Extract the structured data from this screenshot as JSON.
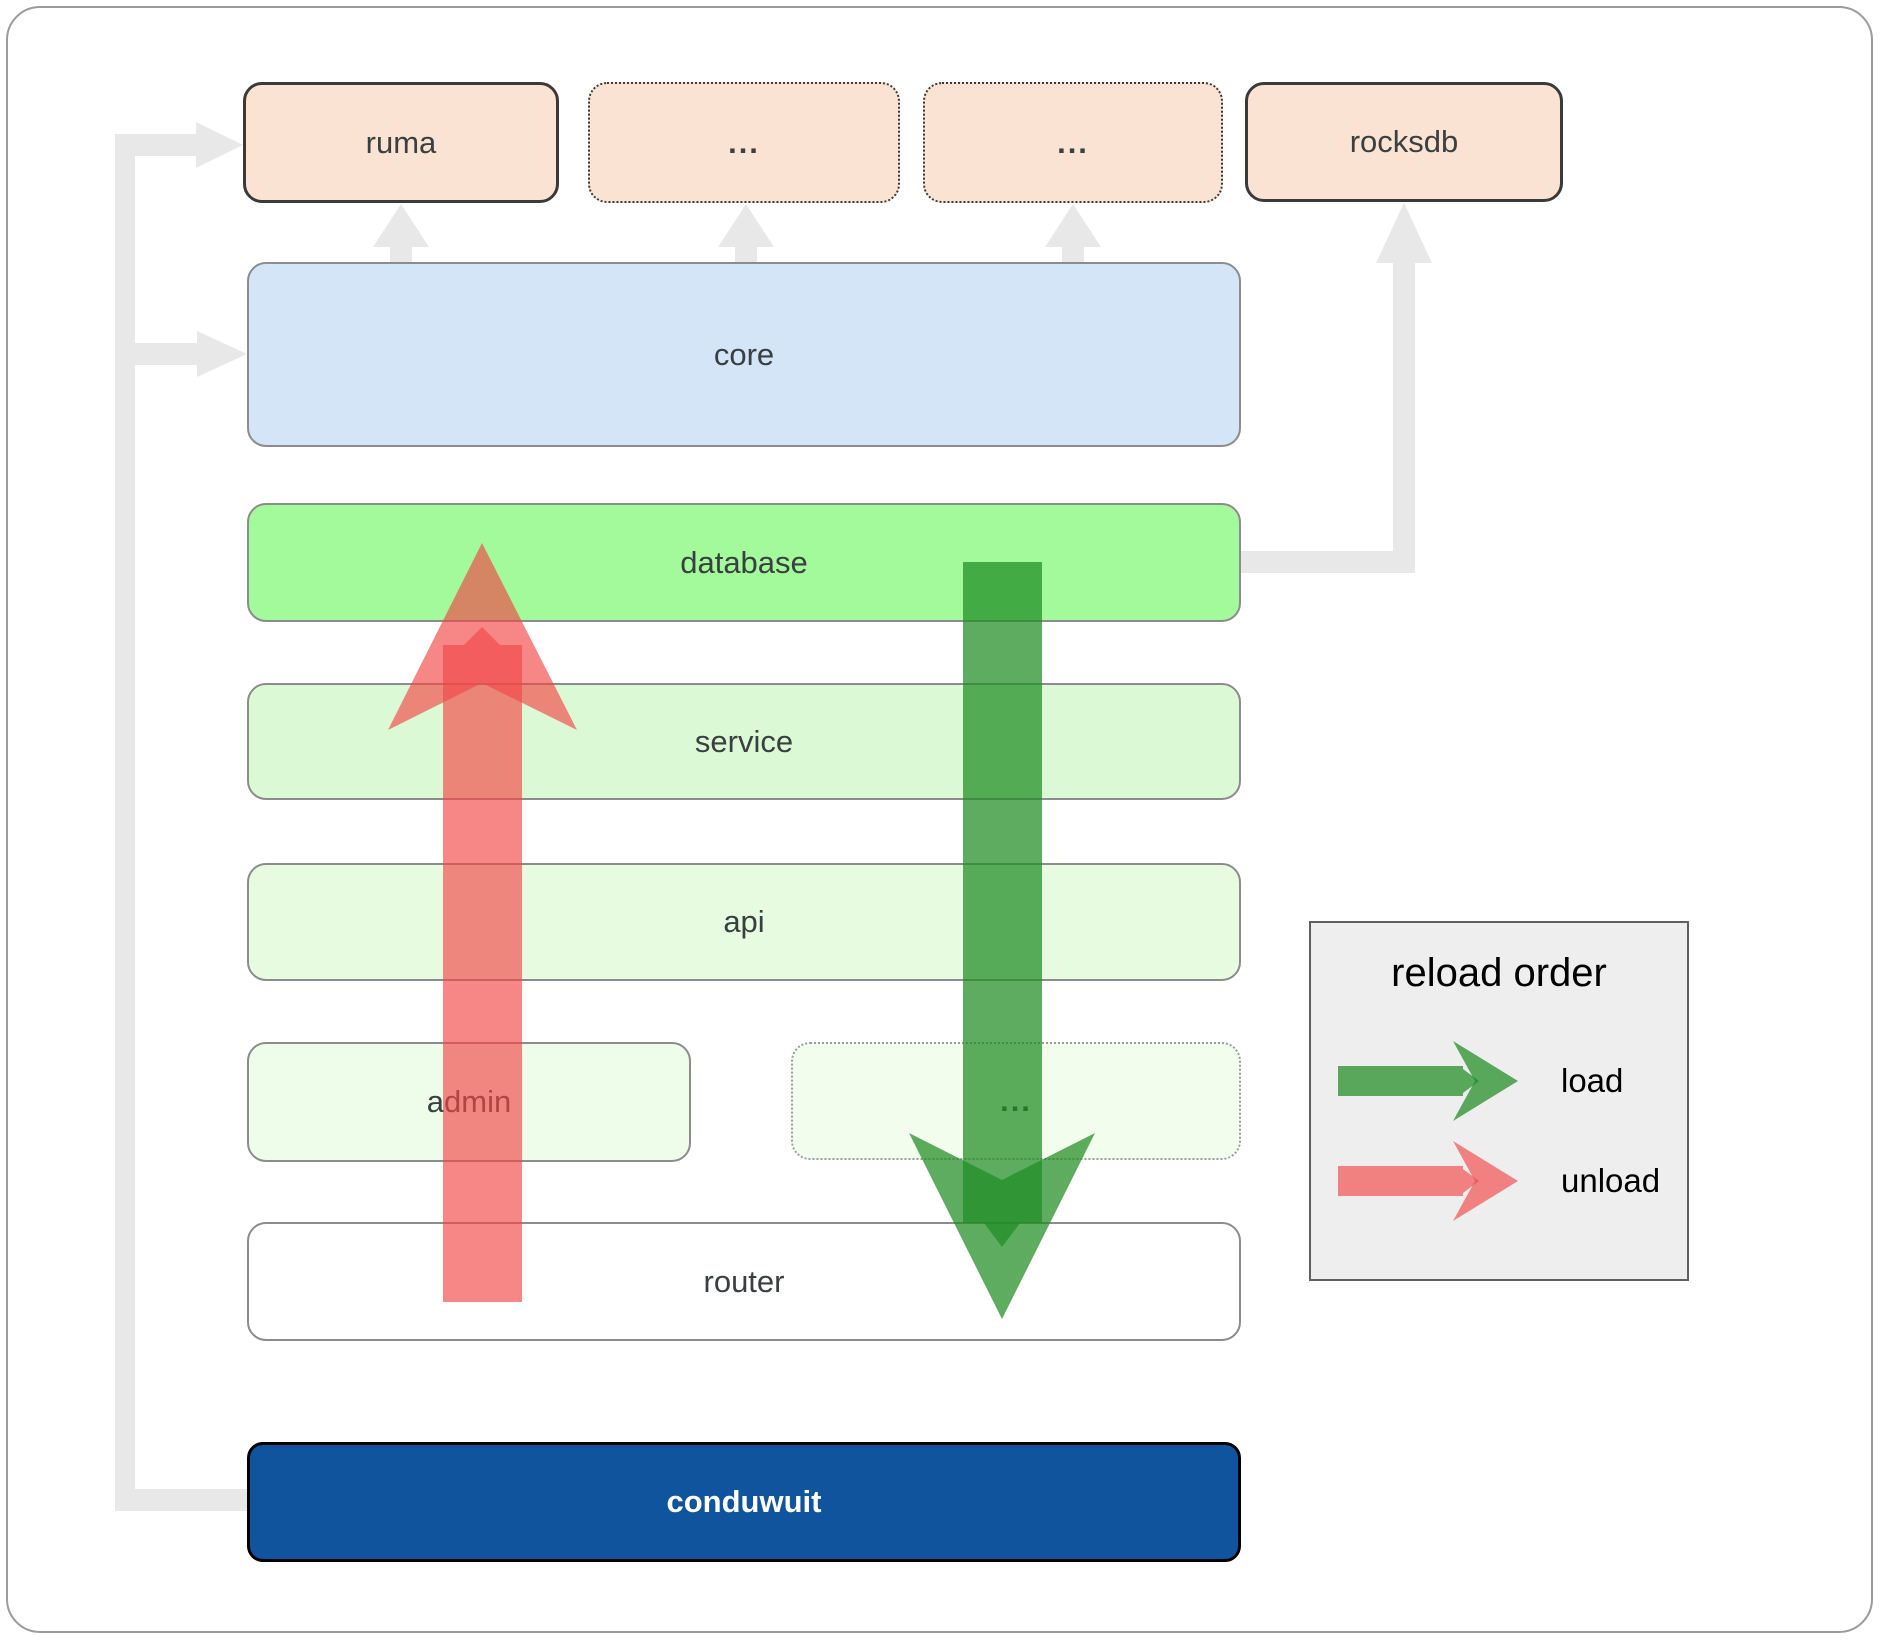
{
  "nodes": {
    "ruma": "ruma",
    "dots1": "...",
    "dots2": "...",
    "rocksdb": "rocksdb",
    "core": "core",
    "database": "database",
    "service": "service",
    "api": "api",
    "admin": "admin",
    "dots3": "...",
    "router": "router",
    "conduwuit": "conduwuit"
  },
  "legend": {
    "title": "reload order",
    "load_label": "load",
    "unload_label": "unload"
  },
  "edges": [
    {
      "from": "conduwuit",
      "to": "ruma",
      "type": "dependency"
    },
    {
      "from": "conduwuit",
      "to": "core",
      "type": "dependency"
    },
    {
      "from": "core",
      "to": "ruma",
      "type": "dependency"
    },
    {
      "from": "core",
      "to": "dots1",
      "type": "dependency"
    },
    {
      "from": "core",
      "to": "dots2",
      "type": "dependency"
    },
    {
      "from": "database",
      "to": "rocksdb",
      "type": "dependency"
    },
    {
      "from": "database",
      "to": "router",
      "type": "load"
    },
    {
      "from": "router",
      "to": "database",
      "type": "unload"
    }
  ],
  "colors": {
    "dependency_gray": "#e8e8e8",
    "load_green": "rgba(30,140,35,0.72)",
    "unload_red": "rgba(242,70,70,0.65)",
    "crate_peach": "#fbe3d3",
    "core_blue": "#d3e5f7",
    "database_green": "#a2fa9a",
    "conduwuit_blue": "#10549e",
    "legend_bg": "#eeeeee"
  }
}
